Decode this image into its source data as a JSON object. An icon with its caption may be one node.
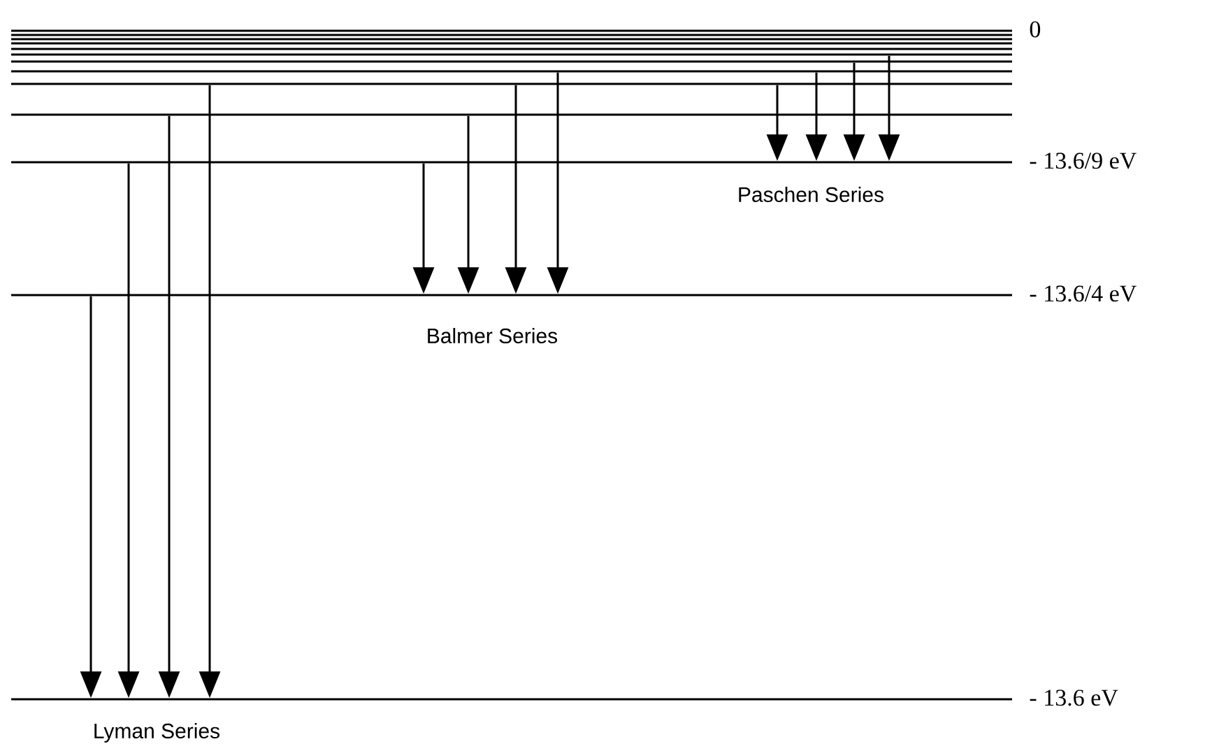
{
  "diagram": {
    "nodes": [
      {
        "text": [],
        "shape": "bar",
        "beside": [
          "0"
        ]
      },
      {
        "text": [],
        "shape": "bar"
      },
      {
        "text": [],
        "shape": "bar"
      },
      {
        "text": [],
        "shape": "bar"
      },
      {
        "text": [],
        "shape": "bar"
      },
      {
        "text": [],
        "shape": "bar"
      },
      {
        "text": [],
        "shape": "bar"
      },
      {
        "text": [],
        "shape": "bar"
      },
      {
        "text": [],
        "shape": "bar"
      },
      {
        "text": [],
        "shape": "bar"
      },
      {
        "text": [],
        "shape": "bar",
        "beside": [
          "- 13.6/9 eV"
        ]
      },
      {
        "text": [],
        "shape": "bar",
        "beside": [
          "- 13.6/4 eV"
        ]
      },
      {
        "text": [],
        "shape": "bar",
        "beside": [
          "- 13.6 eV"
        ]
      }
    ],
    "edges": [
      {
        "from": 11,
        "to": 12,
        "arrow": "to"
      },
      {
        "from": 10,
        "to": 12,
        "arrow": "to"
      },
      {
        "from": 9,
        "to": 12,
        "arrow": "to"
      },
      {
        "from": 8,
        "to": 12,
        "arrow": "to"
      },
      {
        "from": 10,
        "to": 11,
        "arrow": "to"
      },
      {
        "from": 9,
        "to": 11,
        "arrow": "to"
      },
      {
        "from": 8,
        "to": 11,
        "arrow": "to"
      },
      {
        "from": 7,
        "to": 11,
        "arrow": "to"
      },
      {
        "from": 8,
        "to": 10,
        "arrow": "to"
      },
      {
        "from": 7,
        "to": 10,
        "arrow": "to"
      },
      {
        "from": 6,
        "to": 10,
        "arrow": "to"
      },
      {
        "from": 5,
        "to": 10,
        "arrow": "to"
      }
    ],
    "labels": [
      "Paschen Series",
      "Balmer Series",
      "Lyman Series"
    ]
  }
}
